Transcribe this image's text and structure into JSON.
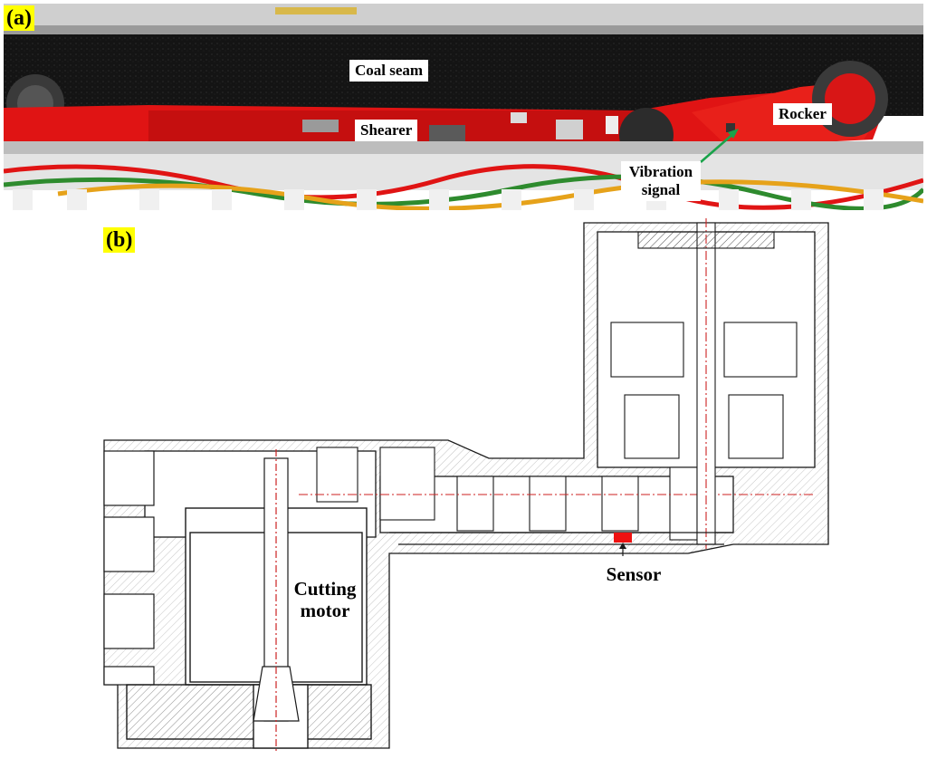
{
  "panel_a": {
    "tag": "(a)",
    "labels": {
      "coal_seam": "Coal seam",
      "shearer": "Shearer",
      "rocker": "Rocker",
      "vibration_line1": "Vibration",
      "vibration_line2": "signal"
    },
    "colors": {
      "shearer_body": "#e01414",
      "coal": "#141414",
      "arrow": "#19a34a"
    }
  },
  "panel_b": {
    "tag": "(b)",
    "labels": {
      "motor_line1": "Cutting",
      "motor_line2": "motor",
      "sensor": "Sensor"
    },
    "colors": {
      "sensor": "#ee1111",
      "centerline": "#cc2222",
      "outline": "#1a1a1a"
    }
  },
  "tag_color": "#ffff00"
}
